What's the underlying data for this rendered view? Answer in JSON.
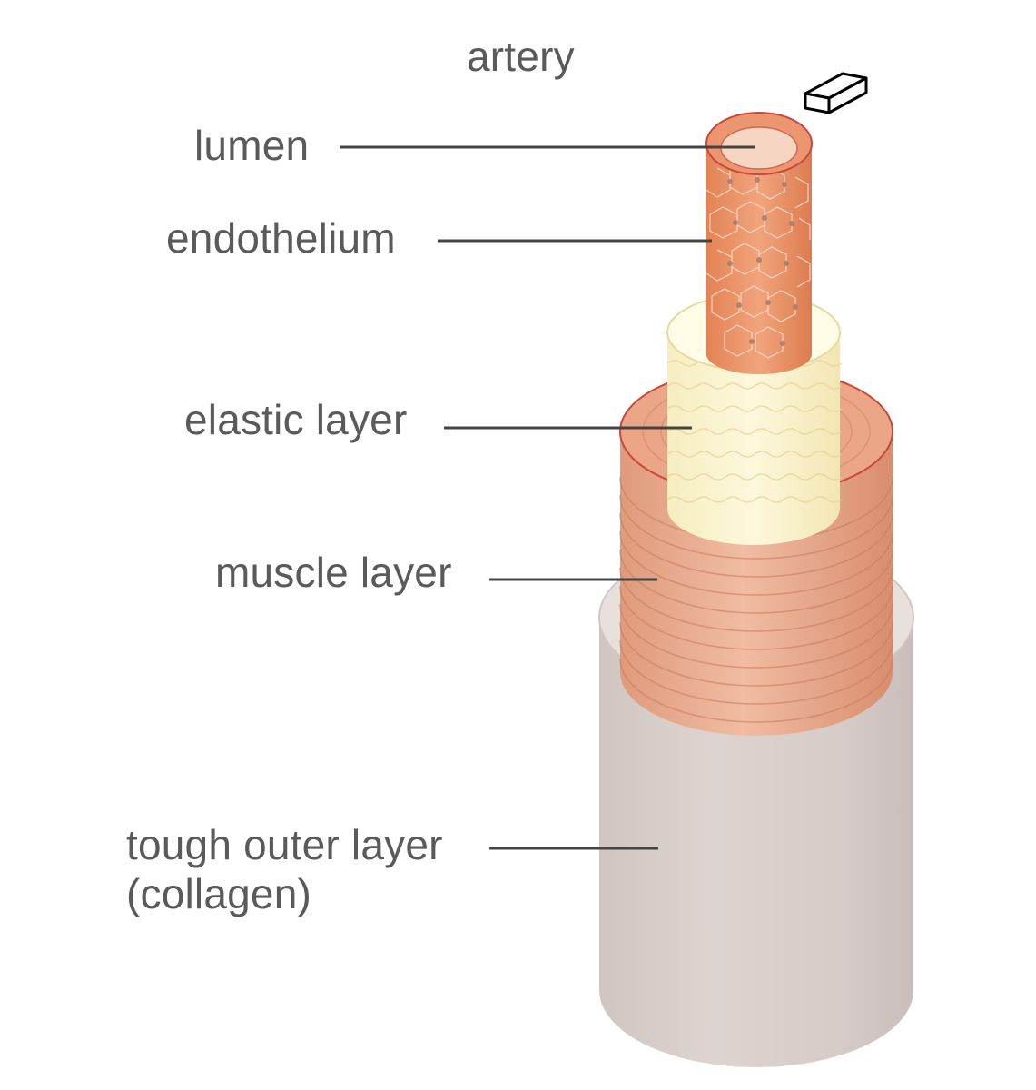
{
  "diagram": {
    "title": "artery",
    "labels": {
      "lumen": "lumen",
      "endothelium": "endothelium",
      "elastic_layer": "elastic layer",
      "muscle_layer": "muscle layer",
      "outer_layer_line1": "tough outer layer",
      "outer_layer_line2": "(collagen)"
    },
    "icons": {
      "eraser": "eraser-icon"
    },
    "colors": {
      "collagen": "#d9cfcb",
      "muscle": "#e7a07e",
      "elastic": "#fbf5cf",
      "endothelium": "#e98d60",
      "label_text": "#5a5a5a",
      "leader_line": "#444444"
    }
  }
}
